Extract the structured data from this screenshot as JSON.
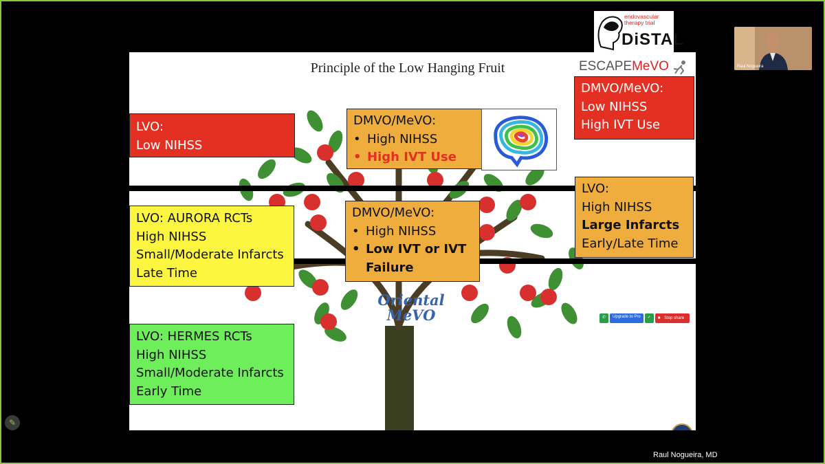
{
  "slide": {
    "title": "Principle of the Low Hanging Fruit",
    "boxes": {
      "lvo_low": {
        "line1": "LVO:",
        "line2": "Low NIHSS"
      },
      "dmvo_top": {
        "heading": "DMVO/MeVO:",
        "bullet1": "High NIHSS",
        "bullet2": "High IVT Use"
      },
      "dmvo_right": {
        "line1": "DMVO/MeVO:",
        "line2": "Low NIHSS",
        "line3": "High IVT Use"
      },
      "lvo_large": {
        "line1": "LVO:",
        "line2": "High NIHSS",
        "line3": "Large Infarcts",
        "line4": "Early/Late Time"
      },
      "aurora": {
        "line1": "LVO:  AURORA RCTs",
        "line2": "High NIHSS",
        "line3": "Small/Moderate Infarcts",
        "line4": "Late Time"
      },
      "dmvo_mid": {
        "heading": "DMVO/MeVO:",
        "bullet1": "High NIHSS",
        "bullet2": "Low IVT or IVT Failure"
      },
      "hermes": {
        "line1": "LVO: HERMES RCTs",
        "line2": "High NIHSS",
        "line3": "Small/Moderate Infarcts",
        "line4": "Early Time"
      }
    },
    "logos": {
      "distal_top": "endovascular therapy trial",
      "distal_word": "DiSTAL",
      "escape_a": "ESCAPE",
      "escape_b": "MeVO",
      "oriental_a": "Oriental",
      "oriental_b": "MeVO"
    },
    "share_controls": {
      "upgrade_label": "Upgrade to Pro",
      "stop_label": "Stop share"
    }
  },
  "video": {
    "participant_name": "Raul Nogueira"
  },
  "caption": "Raul Nogueira, MD",
  "icons": {
    "edit": "pencil-icon"
  },
  "colors": {
    "frame": "#8dc63f",
    "red": "#e43022",
    "orange": "#efad3d",
    "yellow": "#fdf641",
    "green": "#6fee5c"
  }
}
